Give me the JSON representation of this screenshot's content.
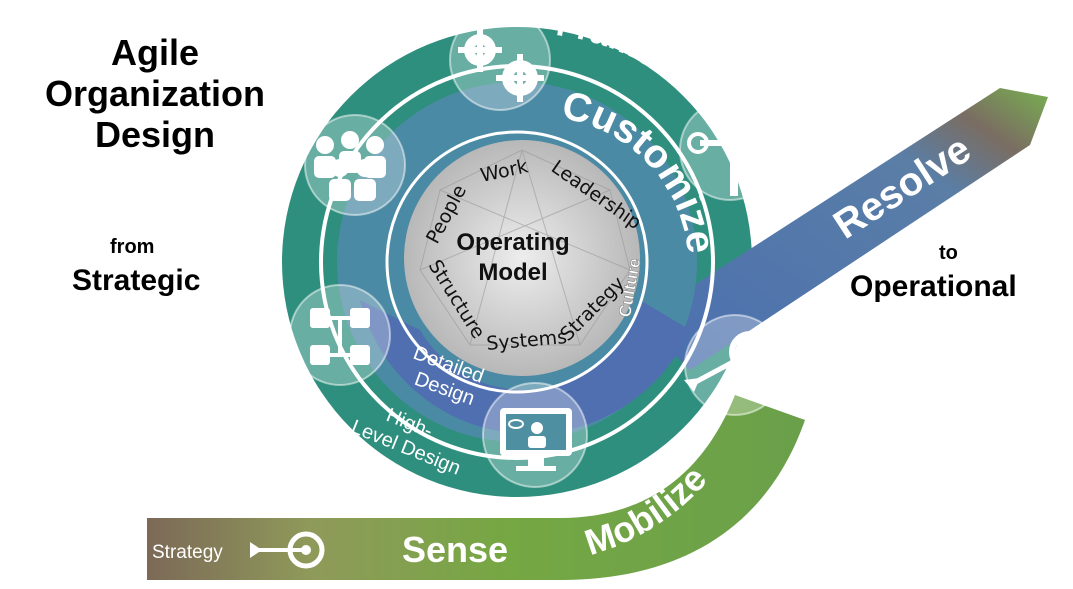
{
  "title": {
    "line1": "Agile",
    "line2": "Organization",
    "line3": "Design"
  },
  "from_label": "from",
  "strategic_label": "Strategic",
  "to_label": "to",
  "operational_label": "Operational",
  "phases": {
    "frame": "Frame",
    "customize": "Customize",
    "resolve": "Resolve",
    "mobilize": "Mobilize",
    "sense": "Sense"
  },
  "center": {
    "line1": "Operating",
    "line2": "Model",
    "elements": [
      "People",
      "Work",
      "Leadership",
      "Culture",
      "Strategy",
      "Systems",
      "Structure"
    ]
  },
  "rings": {
    "detailed_design": [
      "Detailed",
      "Design"
    ],
    "high_level_design": [
      "High-",
      "Level Design"
    ]
  },
  "strategy_label": "Strategy",
  "icons": [
    "gears-icon",
    "leader-key-icon",
    "team-icon",
    "target-arrow-icon",
    "org-chart-icon",
    "monitor-icon",
    "strategy-target-icon"
  ],
  "colors": {
    "outer_ring": "#2f8f7e",
    "middle_ring": "#4d7fb0",
    "center_disc": "#c8c8c8",
    "tail_green": "#75a743",
    "tail_brown": "#7c6957",
    "resolve_band": "#4f6fa8"
  }
}
